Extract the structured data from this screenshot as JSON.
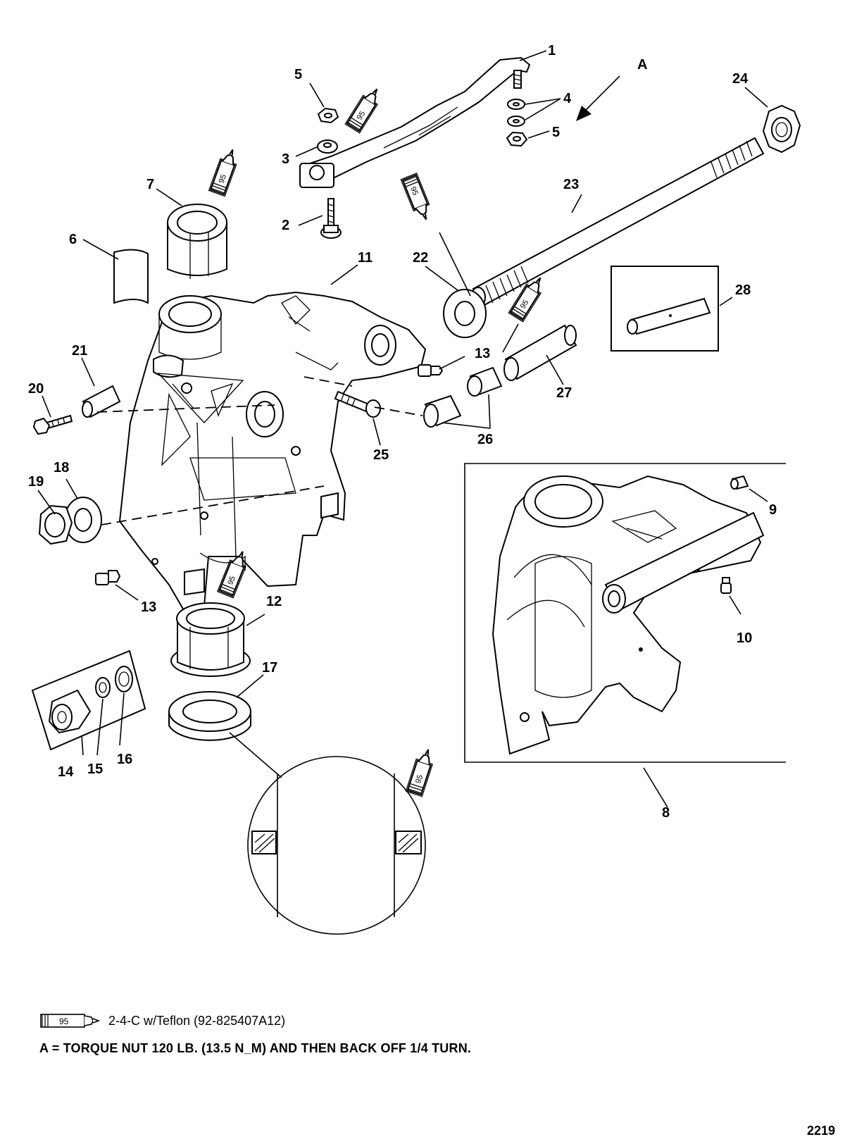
{
  "diagram": {
    "view_letter": "A",
    "lubricant_code": "95",
    "callouts": {
      "c1": "1",
      "c2": "2",
      "c3": "3",
      "c4": "4",
      "c5a": "5",
      "c5b": "5",
      "c6": "6",
      "c7": "7",
      "c8": "8",
      "c9": "9",
      "c10": "10",
      "c11": "11",
      "c12": "12",
      "c13a": "13",
      "c13b": "13",
      "c14": "14",
      "c15": "15",
      "c16": "16",
      "c17": "17",
      "c18": "18",
      "c19": "19",
      "c20": "20",
      "c21": "21",
      "c22": "22",
      "c23": "23",
      "c24": "24",
      "c25": "25",
      "c26": "26",
      "c27": "27",
      "c28": "28"
    }
  },
  "legend": {
    "tube_code": "95",
    "text": "2-4-C w/Teflon (92-825407A12)"
  },
  "note": {
    "text": "A = TORQUE NUT 120 LB. (13.5 N_M) AND THEN BACK OFF 1/4 TURN."
  },
  "page_number": "2219"
}
